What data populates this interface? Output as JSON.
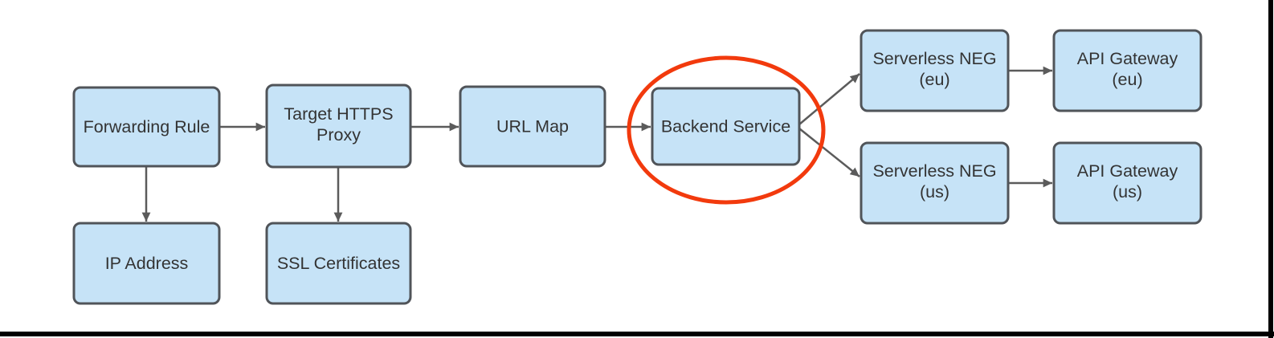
{
  "diagram": {
    "nodes": [
      {
        "id": "forwarding-rule",
        "lines": [
          "Forwarding Rule"
        ]
      },
      {
        "id": "target-https-proxy",
        "lines": [
          "Target HTTPS",
          "Proxy"
        ]
      },
      {
        "id": "url-map",
        "lines": [
          "URL Map"
        ]
      },
      {
        "id": "backend-service",
        "lines": [
          "Backend Service"
        ]
      },
      {
        "id": "serverless-neg-eu",
        "lines": [
          "Serverless NEG",
          "(eu)"
        ]
      },
      {
        "id": "api-gateway-eu",
        "lines": [
          "API Gateway",
          "(eu)"
        ]
      },
      {
        "id": "serverless-neg-us",
        "lines": [
          "Serverless NEG",
          "(us)"
        ]
      },
      {
        "id": "api-gateway-us",
        "lines": [
          "API Gateway",
          "(us)"
        ]
      },
      {
        "id": "ip-address",
        "lines": [
          "IP Address"
        ]
      },
      {
        "id": "ssl-certificates",
        "lines": [
          "SSL Certificates"
        ]
      }
    ],
    "edges": [
      {
        "from": "forwarding-rule",
        "to": "target-https-proxy"
      },
      {
        "from": "target-https-proxy",
        "to": "url-map"
      },
      {
        "from": "url-map",
        "to": "backend-service"
      },
      {
        "from": "backend-service",
        "to": "serverless-neg-eu"
      },
      {
        "from": "backend-service",
        "to": "serverless-neg-us"
      },
      {
        "from": "serverless-neg-eu",
        "to": "api-gateway-eu"
      },
      {
        "from": "serverless-neg-us",
        "to": "api-gateway-us"
      },
      {
        "from": "forwarding-rule",
        "to": "ip-address"
      },
      {
        "from": "target-https-proxy",
        "to": "ssl-certificates"
      }
    ],
    "highlight": {
      "shape": "ellipse",
      "around": "backend-service",
      "color": "#F23A0D"
    },
    "colors": {
      "node_fill": "#C6E3F7",
      "node_border": "#505459",
      "arrow": "#5B5B5B",
      "label_text": "#333333",
      "highlight": "#F23A0D",
      "frame_line": "#000000",
      "background": "#FFFFFF"
    }
  }
}
